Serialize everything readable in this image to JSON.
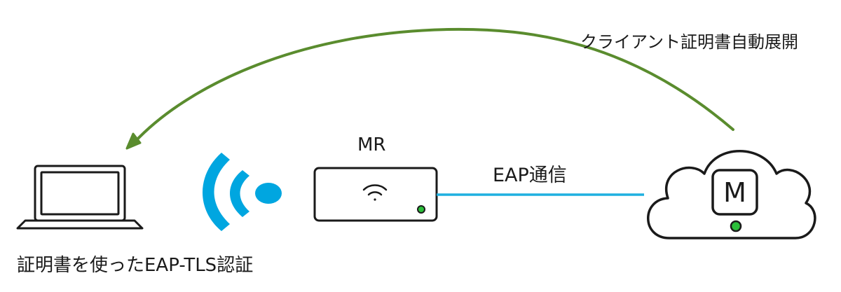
{
  "labels": {
    "cert_deploy": "クライアント証明書自動展開",
    "mr": "MR",
    "eap_comm": "EAP通信",
    "eap_tls": "証明書を使ったEAP-TLS認証"
  },
  "cloud_badge": "M",
  "colors": {
    "arrow": "#5a8c2e",
    "wireless": "#00a6e0",
    "link": "#1fb0e0",
    "outline": "#1a1a1a",
    "led": "#2bbf3a",
    "text": "#1a1a1a"
  },
  "icons": [
    "laptop-icon",
    "wifi-signal-icon",
    "access-point-icon",
    "cloud-icon",
    "wifi-icon"
  ]
}
